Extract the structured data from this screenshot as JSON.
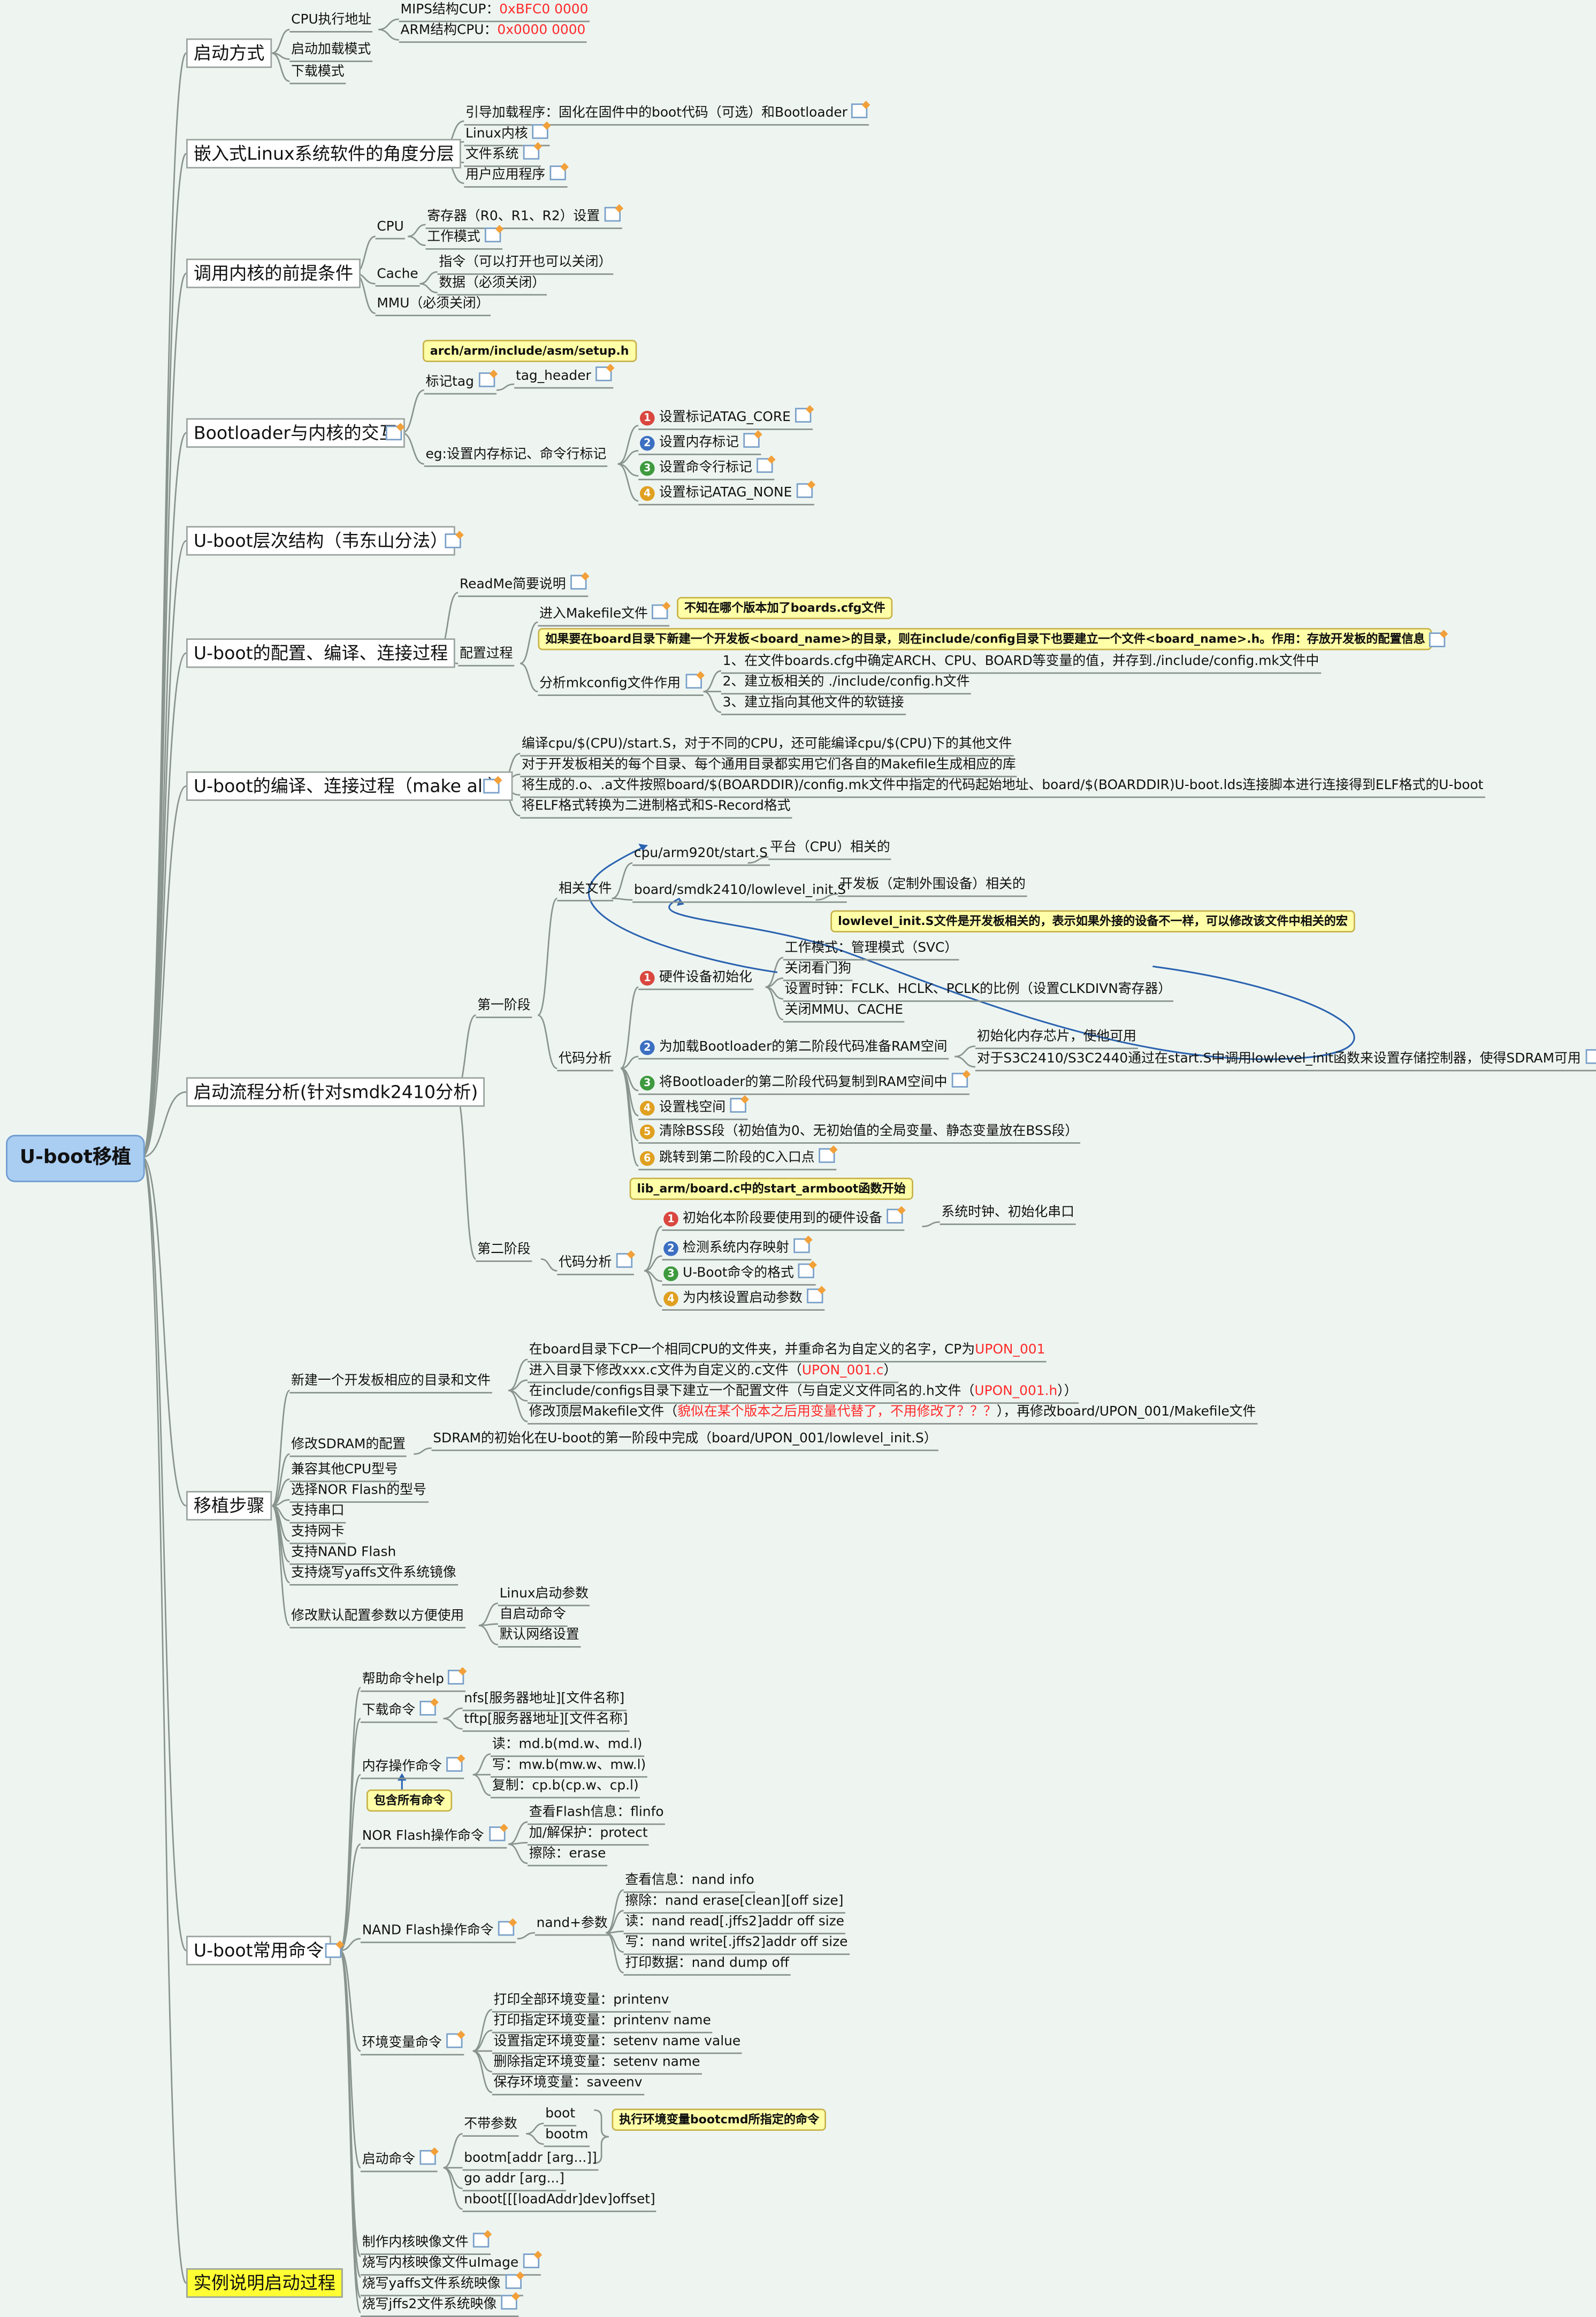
{
  "root": "U-boot移植",
  "colors": {
    "background": "#eef5f1",
    "edge": "#8a948f",
    "root_fill": "#aacdf2",
    "highlight": "#ffff33",
    "callout": "#ffffa8",
    "arrow": "#2b63b0",
    "red_text": "#ff2a2a"
  },
  "nodes": {
    "n1": "启动方式",
    "n1a": "CPU执行地址",
    "n1a1k": "MIPS结构CUP：",
    "n1a1v": "0xBFC0 0000",
    "n1a2k": "ARM结构CPU：",
    "n1a2v": "0x0000 0000",
    "n1b": "启动加载模式",
    "n1c": "下载模式",
    "n2": "嵌入式Linux系统软件的角度分层",
    "n2a": "引导加载程序：固化在固件中的boot代码（可选）和Bootloader",
    "n2b": "Linux内核",
    "n2c": "文件系统",
    "n2d": "用户应用程序",
    "n3": "调用内核的前提条件",
    "n3a": "CPU",
    "n3a1": "寄存器（R0、R1、R2）设置",
    "n3a2": "工作模式",
    "n3b": "Cache",
    "n3b1": "指令（可以打开也可以关闭）",
    "n3b2": "数据（必须关闭）",
    "n3c": "MMU（必须关闭）",
    "n4": "Bootloader与内核的交互",
    "n4a": "标记tag",
    "n4a1": "tag_header",
    "n4b": "eg:设置内存标记、命令行标记",
    "n4b1": "设置标记ATAG_CORE",
    "n4b2": "设置内存标记",
    "n4b3": "设置命令行标记",
    "n4b4": "设置标记ATAG_NONE",
    "n5": "U-boot层次结构（韦东山分法）",
    "n6": "U-boot的配置、编译、连接过程",
    "n6a": "ReadMe简要说明",
    "n6b": "配置过程",
    "n6b1": "进入Makefile文件",
    "n6b2": "分析mkconfig文件作用",
    "n6b2a": "1、在文件boards.cfg中确定ARCH、CPU、BOARD等变量的值，并存到./include/config.mk文件中",
    "n6b2b": "2、建立板相关的 ./include/config.h文件",
    "n6b2c": "3、建立指向其他文件的软链接",
    "n7": "U-boot的编译、连接过程（make all）",
    "n7a": "编译cpu/$(CPU)/start.S，对于不同的CPU，还可能编译cpu/$(CPU)下的其他文件",
    "n7b": "对于开发板相关的每个目录、每个通用目录都实用它们各自的Makefile生成相应的库",
    "n7c": "将生成的.o、.a文件按照board/$(BOARDDIR)/config.mk文件中指定的代码起始地址、board/$(BOARDDIR)U-boot.lds连接脚本进行连接得到ELF格式的U-boot",
    "n7d": "将ELF格式转换为二进制格式和S-Record格式",
    "n8": "启动流程分析(针对smdk2410分析)",
    "n8a": "第一阶段",
    "n8a1": "相关文件",
    "n8a1a": "cpu/arm920t/start.S",
    "n8a1a1": "平台（CPU）相关的",
    "n8a1b": "board/smdk2410/lowlevel_init.S",
    "n8a1b1": "开发板（定制外围设备）相关的",
    "n8a2": "代码分析",
    "n8a2a": "硬件设备初始化",
    "n8a2a1": "工作模式：管理模式（SVC）",
    "n8a2a2": "关闭看门狗",
    "n8a2a3": "设置时钟：FCLK、HCLK、PCLK的比例（设置CLKDIVN寄存器）",
    "n8a2a4": "关闭MMU、CACHE",
    "n8a2b": "为加载Bootloader的第二阶段代码准备RAM空间",
    "n8a2b1": "初始化内存芯片，使他可用",
    "n8a2b2": "对于S3C2410/S3C2440通过在start.S中调用lowlevel_init函数来设置存储控制器，使得SDRAM可用",
    "n8a2c": "将Bootloader的第二阶段代码复制到RAM空间中",
    "n8a2d": "设置栈空间",
    "n8a2e": "清除BSS段（初始值为0、无初始值的全局变量、静态变量放在BSS段）",
    "n8a2f": "跳转到第二阶段的C入口点",
    "n8b": "第二阶段",
    "n8b1": "代码分析",
    "n8b1a": "初始化本阶段要使用到的硬件设备",
    "n8b1a1": "系统时钟、初始化串口",
    "n8b1b": "检测系统内存映射",
    "n8b1c": "U-Boot命令的格式",
    "n8b1d": "为内核设置启动参数",
    "n9": "移植步骤",
    "n9a": "新建一个开发板相应的目录和文件",
    "n9a1a": "在board目录下CP一个相同CPU的文件夹，并重命名为自定义的名字，CP为",
    "n9a1b": "UPON_001",
    "n9a2a": "进入目录下修改xxx.c文件为自定义的.c文件（",
    "n9a2b": "UPON_001.c",
    "n9a2c": "）",
    "n9a3a": "在include/configs目录下建立一个配置文件（与自定义文件同名的.h文件（",
    "n9a3b": "UPON_001.h",
    "n9a3c": "））",
    "n9a4a": "修改顶层Makefile文件（",
    "n9a4b": "貌似在某个版本之后用变量代替了，不用修改了？？？",
    "n9a4c": "），再修改board/UPON_001/Makefile文件",
    "n9b": "修改SDRAM的配置",
    "n9b1": "SDRAM的初始化在U-boot的第一阶段中完成（board/UPON_001/lowlevel_init.S）",
    "n9c": "兼容其他CPU型号",
    "n9d": "选择NOR Flash的型号",
    "n9e": "支持串口",
    "n9f": "支持网卡",
    "n9g": "支持NAND Flash",
    "n9h": "支持烧写yaffs文件系统镜像",
    "n9i": "修改默认配置参数以方便使用",
    "n9i1": "Linux启动参数",
    "n9i2": "自启动命令",
    "n9i3": "默认网络设置",
    "n10": "U-boot常用命令",
    "n10a": "帮助命令help",
    "n10b": "下载命令",
    "n10b1": "nfs[服务器地址][文件名称]",
    "n10b2": "tftp[服务器地址][文件名称]",
    "n10c": "内存操作命令",
    "n10c1": "读：md.b(md.w、md.l)",
    "n10c2": "写：mw.b(mw.w、mw.l)",
    "n10c3": "复制：cp.b(cp.w、cp.l)",
    "n10d": "NOR Flash操作命令",
    "n10d1": "查看Flash信息：flinfo",
    "n10d2": "加/解保护：protect",
    "n10d3": "擦除：erase",
    "n10e": "NAND Flash操作命令",
    "n10e1": "nand+参数",
    "n10e1a": "查看信息：nand info",
    "n10e1b": "擦除：nand erase[clean][off size]",
    "n10e1c": "读：nand read[.jffs2]addr off size",
    "n10e1d": "写：nand write[.jffs2]addr off size",
    "n10e1e": "打印数据：nand dump off",
    "n10f": "环境变量命令",
    "n10f1": "打印全部环境变量：printenv",
    "n10f2": "打印指定环境变量：printenv name",
    "n10f3": "设置指定环境变量：setenv name value",
    "n10f4": "删除指定环境变量：setenv name",
    "n10f5": "保存环境变量：saveenv",
    "n10g": "启动命令",
    "n10g1": "不带参数",
    "n10g1a": "boot",
    "n10g1b": "bootm",
    "n10g2": "bootm[addr [arg...]]",
    "n10g3": "go addr [arg...]",
    "n10g4": "nboot[[[loadAddr]dev]offset]",
    "n11": "实例说明启动过程",
    "n11a": "制作内核映像文件",
    "n11b": "烧写内核映像文件uImage",
    "n11c": "烧写yaffs文件系统映像",
    "n11d": "烧写jffs2文件系统映像"
  },
  "callouts": {
    "c1": "arch/arm/include/asm/setup.h",
    "c2": "不知在哪个版本加了boards.cfg文件",
    "c3": "如果要在board目录下新建一个开发板<board_name>的目录，则在include/config目录下也要建立一个文件<board_name>.h。作用：存放开发板的配置信息",
    "c4": "lowlevel_init.S文件是开发板相关的，表示如果外接的设备不一样，可以修改该文件中相关的宏",
    "c5": "lib_arm/board.c中的start_armboot函数开始",
    "c6": "包含所有命令",
    "c7": "执行环境变量bootcmd所指定的命令"
  },
  "bullets": {
    "b1": "1",
    "b2": "2",
    "b3": "3",
    "b4": "4",
    "b5": "5",
    "b6": "6"
  },
  "icons": {
    "note": "note-icon",
    "priority": "priority-number-icon"
  }
}
